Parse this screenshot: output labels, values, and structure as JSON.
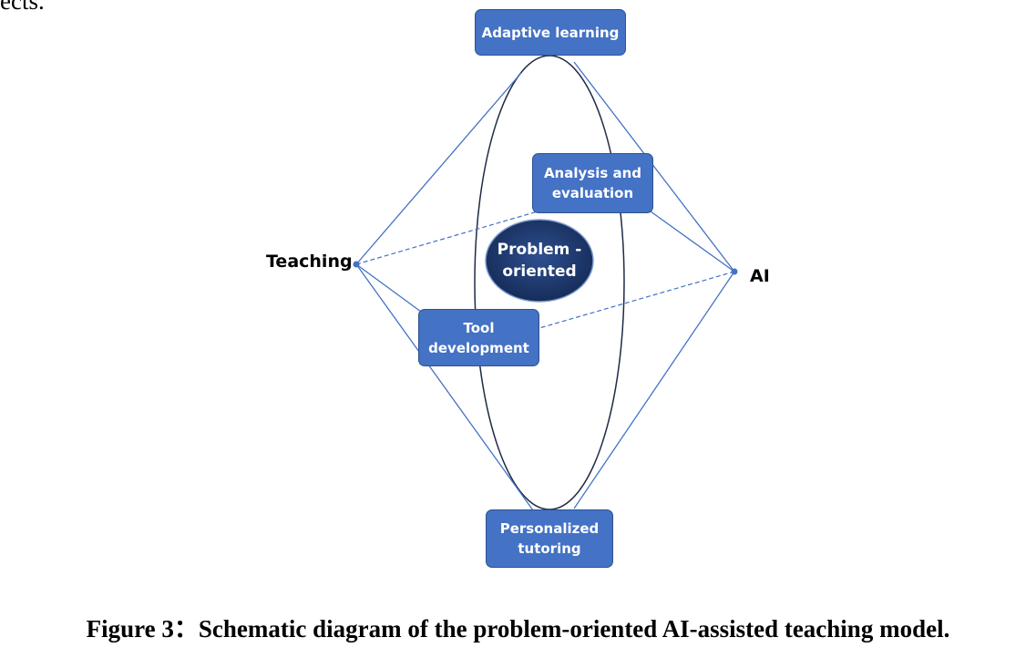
{
  "top_fragment": "ects.",
  "nodes": {
    "adaptive_learning": [
      "Adaptive learning"
    ],
    "analysis_evaluation": [
      "Analysis and",
      "evaluation"
    ],
    "tool_development": [
      "Tool",
      "development"
    ],
    "personalized_tutoring": [
      "Personalized",
      "tutoring"
    ],
    "problem_oriented": [
      "Problem -",
      "oriented"
    ]
  },
  "endpoints": {
    "teaching": "Teaching",
    "ai": "AI"
  },
  "caption": "Figure 3：Schematic diagram of the problem-oriented AI-assisted teaching model.",
  "colors": {
    "box_fill": "#4472C4",
    "box_border": "#2F528F",
    "line": "#4472C4",
    "ellipse_stroke": "#1F2A44",
    "center_fill": "#1F3864"
  }
}
